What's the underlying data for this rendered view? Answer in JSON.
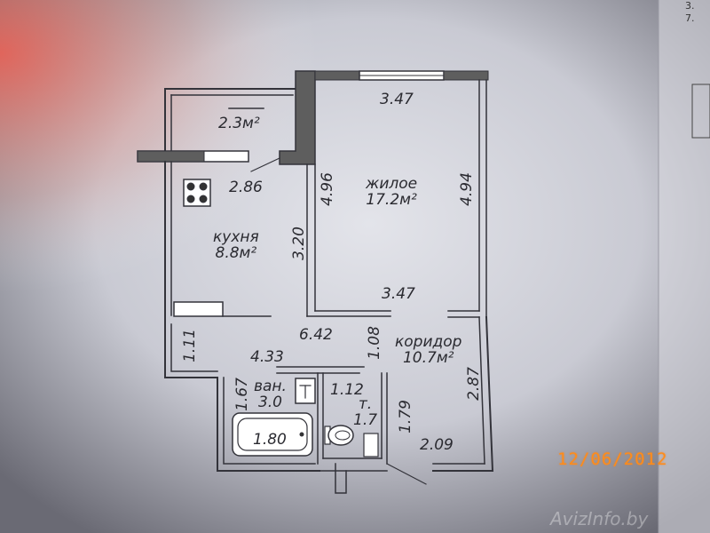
{
  "corner": {
    "line1": "3.",
    "line2": "7."
  },
  "rooms": {
    "balcony": {
      "area": "2.3м²"
    },
    "living": {
      "name": "жилое",
      "area": "17.2м²"
    },
    "kitchen": {
      "name": "кухня",
      "area": "8.8м²"
    },
    "corridor": {
      "name": "коридор",
      "area": "10.7м²"
    },
    "bath": {
      "name": "ван.",
      "area": "3.0"
    },
    "toilet": {
      "name": "т.",
      "area": "1.7"
    }
  },
  "dimensions": {
    "living_top": "3.47",
    "living_bottom": "3.47",
    "living_left": "4.96",
    "living_right": "4.94",
    "kitchen_diag": "2.86",
    "kitchen_right": "3.20",
    "hall_horizontal": "6.42",
    "hall_left": "4.33",
    "hall_vertical": "1.11",
    "corridor_small": "1.08",
    "corridor_right": "2.87",
    "corridor_bottom": "2.09",
    "bath_height": "1.67",
    "bath_tub": "1.80",
    "toilet_width": "1.12",
    "toilet_height": "1.79"
  },
  "date_stamp": "12/06/2012",
  "watermark": "AvizInfo.by"
}
